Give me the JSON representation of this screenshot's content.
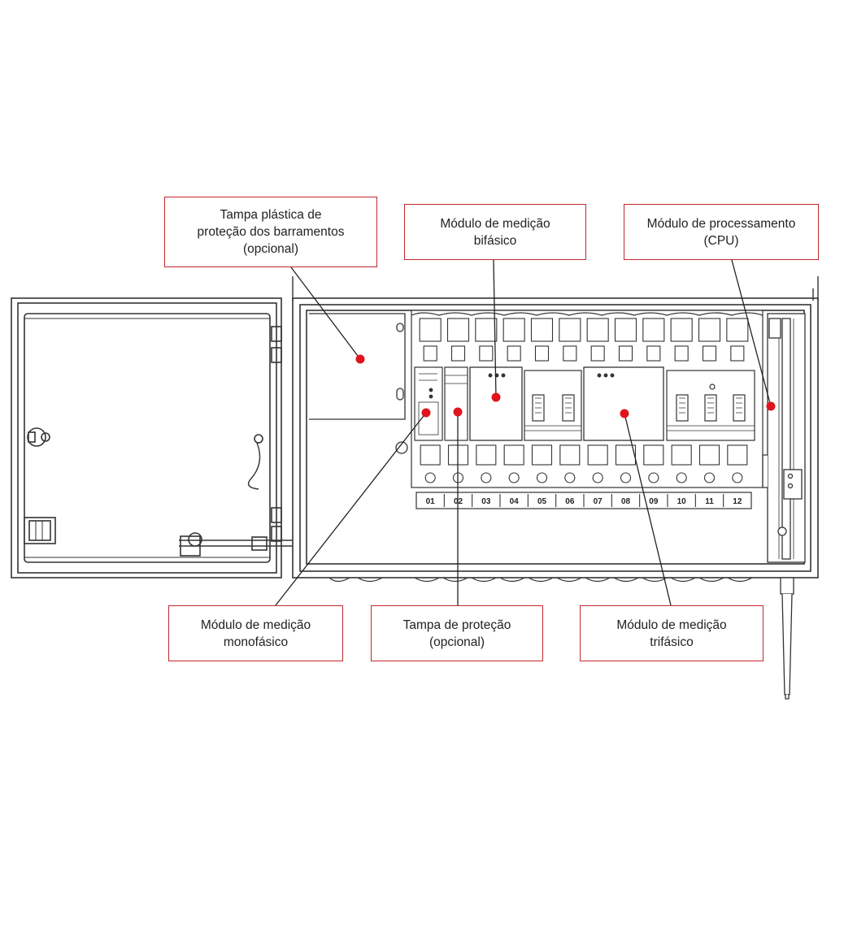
{
  "callouts": {
    "tampa_plastica": [
      "Tampa plástica de",
      "proteção dos barramentos",
      "(opcional)"
    ],
    "modulo_bifasico": [
      "Módulo de medição",
      "bifásico"
    ],
    "modulo_cpu": [
      "Módulo de processamento",
      "(CPU)"
    ],
    "modulo_monofasico": [
      "Módulo de medição",
      "monofásico"
    ],
    "tampa_protecao": [
      "Tampa de proteção",
      "(opcional)"
    ],
    "modulo_trifasico": [
      "Módulo de medição",
      "trifásico"
    ]
  },
  "slot_labels": [
    "01",
    "02",
    "03",
    "04",
    "05",
    "06",
    "07",
    "08",
    "09",
    "10",
    "11",
    "12"
  ],
  "colors": {
    "callout_border": "#c0282d",
    "marker_dot": "#e0141e",
    "line_art": "#333333"
  }
}
